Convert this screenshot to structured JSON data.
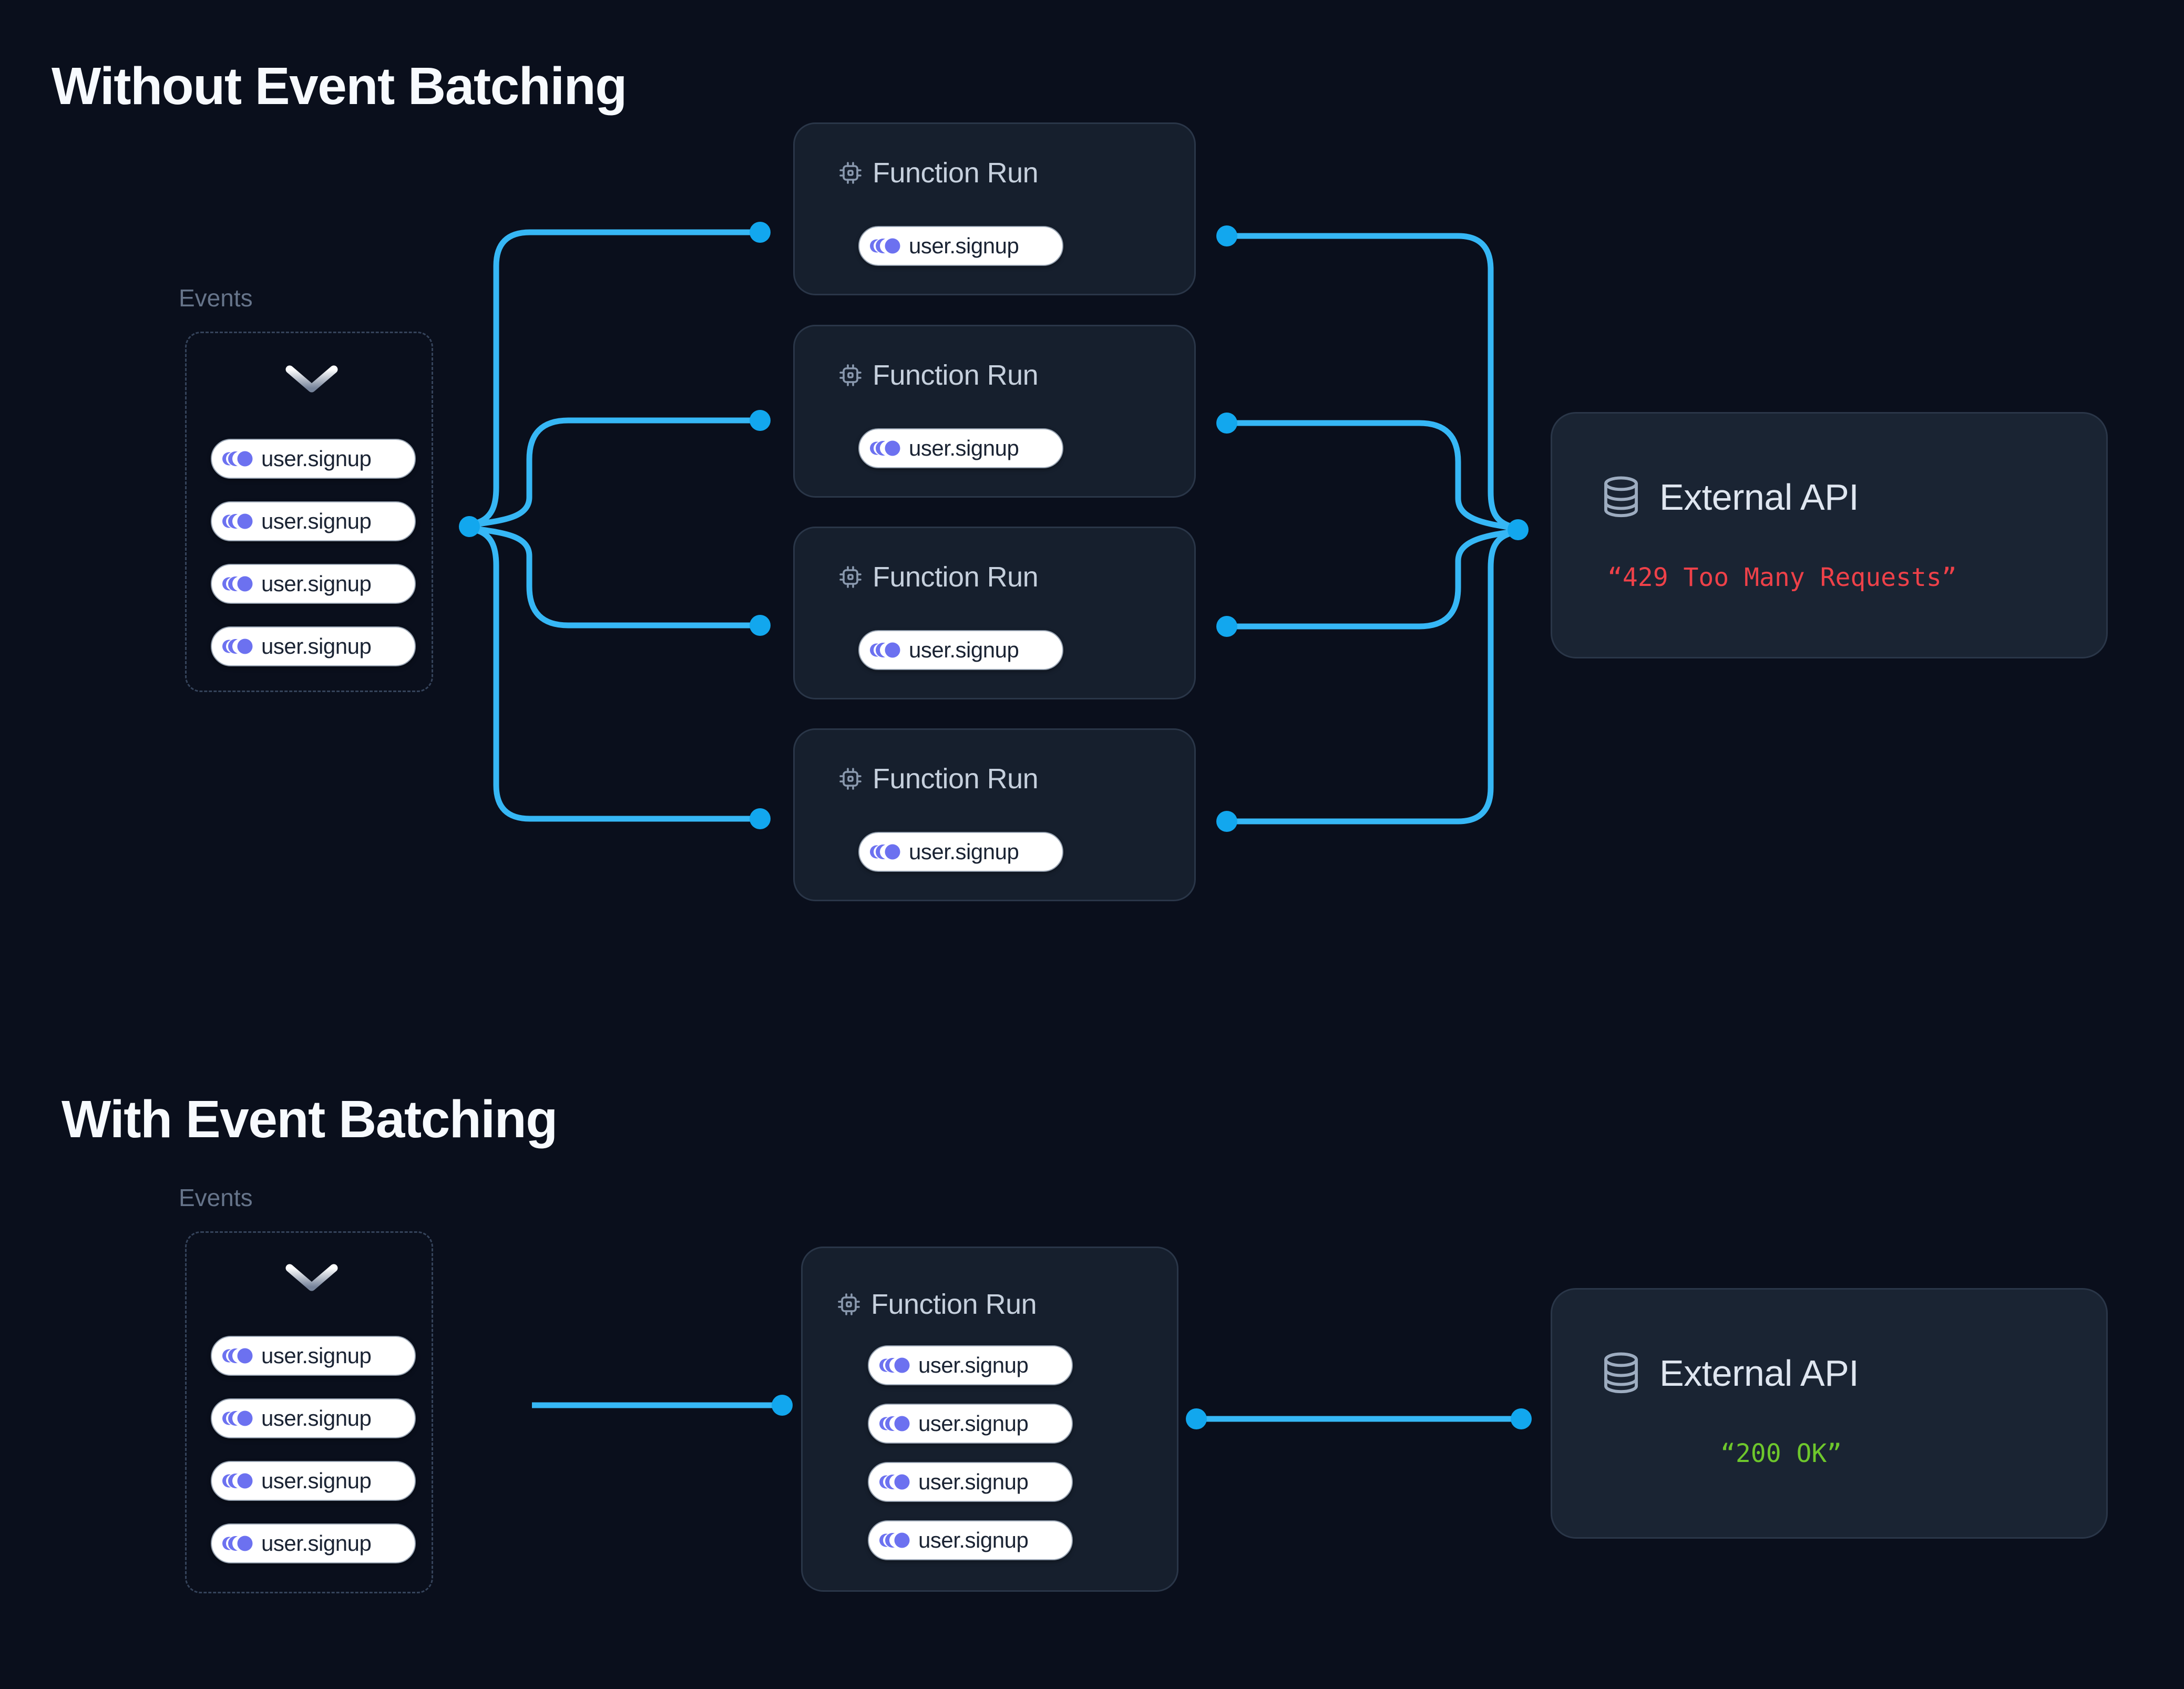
{
  "event": {
    "name": "user.signup",
    "icon": "event-signal-icon"
  },
  "labels": {
    "events": "Events",
    "function_run": "Function Run",
    "external_api": "External API"
  },
  "sections": {
    "without": {
      "title": "Without Event Batching",
      "events_count": 4,
      "function_run_count": 4,
      "status": "“429 Too Many Requests”",
      "status_type": "error"
    },
    "with": {
      "title": "With Event Batching",
      "events_count": 4,
      "function_run_count": 1,
      "batched_events_per_run": 4,
      "status": "“200 OK”",
      "status_type": "success"
    }
  },
  "icons": {
    "events_panel": "chevron-down-icon",
    "function_run": "cpu-icon",
    "external_api": "database-icon",
    "event_pill": "event-signal-icon"
  },
  "colors": {
    "page_bg": "#0a0f1c",
    "title_text": "#f7fafe",
    "muted_label": "#66748a",
    "dash_border": "#35435a",
    "card_bg": "#161f2d",
    "card_border": "#2a3648",
    "external_card_bg": "#1a2433",
    "pill_bg": "#ffffff",
    "pill_border": "#97a3b2",
    "pill_text": "#1a2333",
    "event_icon_purple": "#6c71f0",
    "function_run_text": "#c6d0dd",
    "external_api_text": "#dfe6f0",
    "cpu_icon": "#8a99ae",
    "database_icon": "#9dacc0",
    "wire": "#36b7f5",
    "wire_dot": "#12a7ee",
    "status_error": "#ee4149",
    "status_success": "#6ec72c"
  }
}
